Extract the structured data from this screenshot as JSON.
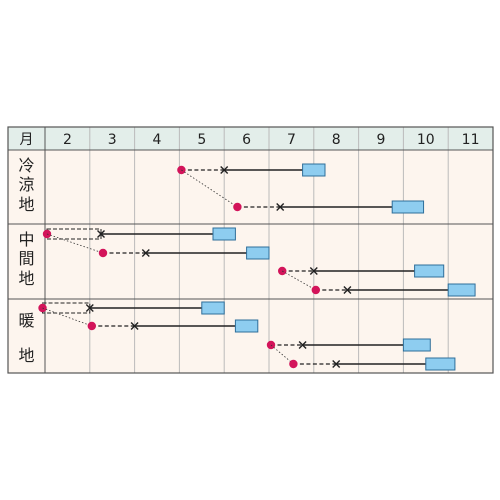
{
  "chart_data": {
    "type": "gantt",
    "header_label": "月",
    "months": [
      "2",
      "3",
      "4",
      "5",
      "6",
      "7",
      "8",
      "9",
      "10",
      "11"
    ],
    "regions": [
      {
        "label": "冷涼地",
        "chars": [
          "冷",
          "涼",
          "地"
        ]
      },
      {
        "label": "中間地",
        "chars": [
          "中",
          "間",
          "地"
        ]
      },
      {
        "label": "暖地",
        "chars": [
          "暖",
          "地"
        ]
      }
    ],
    "legend_marks": {
      "sowing": "circle",
      "planting": "cross",
      "harvest": "box"
    },
    "colors": {
      "background": "#fdf5ee",
      "header": "#e3eeea",
      "grid": "#bbbbbb",
      "border": "#555555",
      "line": "#222222",
      "sowing": "#d3145a",
      "harvest": "#8ecdf0",
      "harvest_border": "#2f6e9a"
    },
    "schedules": [
      {
        "region": 0,
        "row": 0,
        "sow": 5.0,
        "plant": 6.0,
        "grow_end": 7.75,
        "harvest": [
          7.75,
          8.25
        ],
        "link_from": null,
        "tunnel": false
      },
      {
        "region": 0,
        "row": 1,
        "sow": 6.25,
        "plant": 7.25,
        "grow_end": 9.75,
        "harvest": [
          9.75,
          10.45
        ],
        "link_from": 0,
        "tunnel": false
      },
      {
        "region": 1,
        "row": 0,
        "sow": 2.0,
        "plant": 3.25,
        "grow_end": 5.75,
        "harvest": [
          5.75,
          6.25
        ],
        "link_from": null,
        "tunnel": true
      },
      {
        "region": 1,
        "row": 1,
        "sow": 3.25,
        "plant": 4.25,
        "grow_end": 6.5,
        "harvest": [
          6.5,
          7.0
        ],
        "link_from": 2,
        "tunnel": false
      },
      {
        "region": 1,
        "row": 2,
        "sow": 7.25,
        "plant": 8.0,
        "grow_end": 10.25,
        "harvest": [
          10.25,
          10.9
        ],
        "link_from": null,
        "tunnel": false
      },
      {
        "region": 1,
        "row": 3,
        "sow": 8.0,
        "plant": 8.75,
        "grow_end": 11.0,
        "harvest": [
          11.0,
          11.6
        ],
        "link_from": 4,
        "tunnel": false
      },
      {
        "region": 2,
        "row": 0,
        "sow": 1.9,
        "plant": 3.0,
        "grow_end": 5.5,
        "harvest": [
          5.5,
          6.0
        ],
        "link_from": null,
        "tunnel": true
      },
      {
        "region": 2,
        "row": 1,
        "sow": 3.0,
        "plant": 4.0,
        "grow_end": 6.25,
        "harvest": [
          6.25,
          6.75
        ],
        "link_from": 6,
        "tunnel": false
      },
      {
        "region": 2,
        "row": 2,
        "sow": 7.0,
        "plant": 7.75,
        "grow_end": 10.0,
        "harvest": [
          10.0,
          10.6
        ],
        "link_from": null,
        "tunnel": false
      },
      {
        "region": 2,
        "row": 3,
        "sow": 7.5,
        "plant": 8.5,
        "grow_end": 10.5,
        "harvest": [
          10.5,
          11.15
        ],
        "link_from": 8,
        "tunnel": false
      }
    ]
  }
}
